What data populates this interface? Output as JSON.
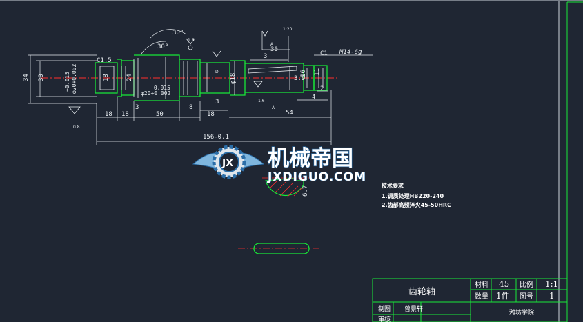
{
  "drawing": {
    "dims_left": [
      "34",
      "30",
      "C1.5",
      "18",
      "24",
      "+0.015",
      "φ20+0.002",
      "+0.015",
      "φ20+0.002",
      "30°",
      "30°",
      "1.6"
    ],
    "dims_bottom": [
      "18",
      "18",
      "50",
      "8",
      "18",
      "3",
      "3",
      "54",
      "4",
      "2",
      "156-0.1",
      "0.8",
      "1.6",
      "A"
    ],
    "dims_right": [
      "1:20",
      "30",
      "3",
      "A",
      "C1",
      "M14-6g",
      "D",
      "φ18",
      "3.9",
      "11",
      "16",
      "6.7"
    ],
    "technical_requirements": {
      "title": "技术要求",
      "items": [
        "1.调质处理HB220-240",
        "2.齿部高频淬火45-50HRC"
      ]
    }
  },
  "watermark": {
    "cn": "机械帝国",
    "en": "JXDIGUO.COM",
    "badge": "JX"
  },
  "title_block": {
    "part_name": "齿轮轴",
    "material_label": "材料",
    "material_value": "45",
    "scale_label": "比例",
    "scale_value": "1:1",
    "quantity_label": "数量",
    "quantity_value": "1件",
    "drawing_no_label": "图号",
    "drawing_no_value": "1",
    "drawn_by_label": "制图",
    "drawn_by_value": "曾景轩",
    "reviewed_label": "审核",
    "school": "潍坊学院"
  },
  "colors": {
    "background": "#1f2633",
    "outline": "#18e838",
    "dimension": "#e9eef2",
    "centerline": "#ff2d2d",
    "watermark_blue": "#2b6ea8"
  }
}
